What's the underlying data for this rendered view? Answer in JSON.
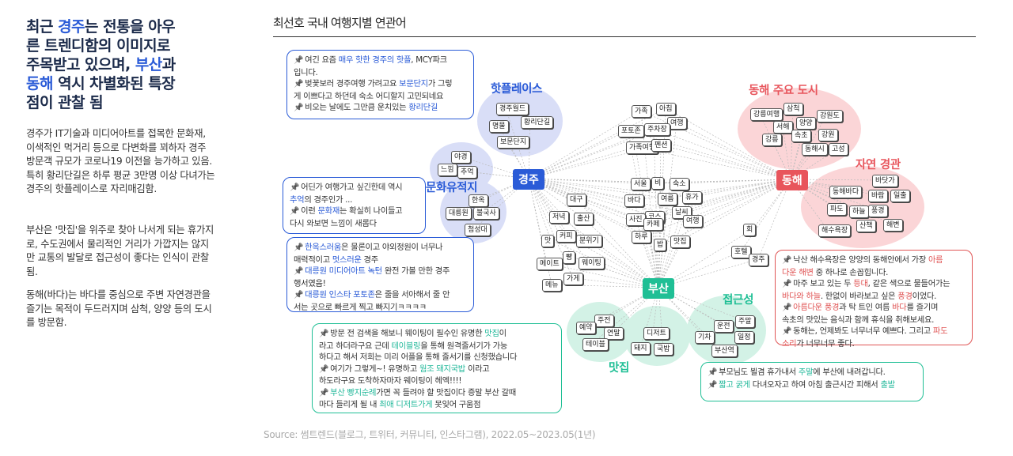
{
  "headline": {
    "l1a": "최근 ",
    "l1b": "경주",
    "l1c": "는 전통을 아우",
    "l2": "른 트렌디함의 이미지로",
    "l3a": "주목받고 있으며, ",
    "l3b": "부산",
    "l3c": "과",
    "l4a": "동해",
    "l4b": " 역시 차별화된 특장",
    "l5": "점이 관찰 됨"
  },
  "paragraphs": [
    "경주가 IT기술과 미디어아트를 접목한 문화재, 이색적인 먹거리 등으로 다변화를 꾀하자 경주 방문객 규모가 코로나19 이전을 능가하고 있음. 특히 황리단길은 하루 평균 3만명 이상 다녀가는 경주의 핫플레이스로 자리매김함.",
    "부산은 '맛집'을 위주로 찾아 나서게 되는 휴가지로, 수도권에서 물리적인 거리가 가깝지는 않지만 교통의 발달로 접근성이 좋다는 인식이 관찰 됨.",
    "동해(바다)는 바다를 중심으로 주변 자연경관을 즐기는 목적이 두드러지며 삼척, 양양 등의 도시를 방문함."
  ],
  "chart_title": "최선호 국내 여행지별 연관어",
  "source": "Source: 썸트렌드(블로그, 트위터, 커뮤니티, 인스타그램), 2022.05~2023.05(1년)",
  "colors": {
    "blue": "#2a5bd7",
    "red": "#e8555c",
    "green": "#1fbf95",
    "blue_soft": "#d9def7",
    "red_soft": "#fbd5d7",
    "green_soft": "#d3f2e6",
    "navy": "#1b2a4a"
  },
  "hubs": {
    "gyeongju": "경주",
    "busan": "부산",
    "donghae": "동해"
  },
  "clusters": {
    "hotplace": "핫플레이스",
    "heritage": "문화유적지",
    "donghae_city": "동해 주요 도시",
    "nature": "자연 경관",
    "access": "접근성",
    "food": "맛집"
  },
  "keywords": {
    "hotplace": [
      "경주월드",
      "황리단길",
      "명물",
      "보문단지"
    ],
    "heritage": [
      "야경",
      "느낌",
      "추억",
      "한옥",
      "대릉원",
      "불국사",
      "첨성대"
    ],
    "donghae_city": [
      "삼척",
      "강릉여행",
      "양양",
      "강원도",
      "서해",
      "속초",
      "강릉",
      "강원",
      "동해시",
      "고성"
    ],
    "nature": [
      "바닷가",
      "동해바다",
      "바람",
      "일출",
      "파도",
      "하늘",
      "풍경",
      "해수욕장",
      "산책",
      "해변"
    ],
    "access": [
      "운전",
      "주말",
      "기차",
      "일정",
      "부산역"
    ],
    "food": [
      "주전",
      "예약",
      "연말",
      "디저트",
      "테이블",
      "돼지",
      "국밥"
    ],
    "center_top": [
      "가족",
      "아침",
      "여행",
      "포토존",
      "주차장",
      "가족여행",
      "펜션"
    ],
    "center": [
      "서울",
      "비",
      "숙소",
      "휴가",
      "바다",
      "여름",
      "코스",
      "날씨",
      "사진",
      "카페",
      "여행",
      "하루",
      "밥",
      "맛집"
    ],
    "gyeongju_side": [
      "대구",
      "저녁",
      "출산",
      "커피",
      "분위기",
      "맛",
      "빵",
      "웨이팅",
      "메이트",
      "메뉴",
      "가게"
    ],
    "donghae_side": [
      "회",
      "호텔",
      "경주"
    ]
  },
  "quotes": {
    "gyeongju_top": [
      [
        {
          "t": "여긴 요즘 "
        },
        {
          "t": "매우 핫한 경주의 핫플",
          "c": "blue"
        },
        {
          "t": ", MCY파크"
        }
      ],
      [
        {
          "t": "입니다."
        }
      ],
      [
        {
          "t": "벚꽃보러 경주여행 가려고요 "
        },
        {
          "t": "보문단지",
          "c": "blue"
        },
        {
          "t": "가 그렇"
        }
      ],
      [
        {
          "t": "게 이쁘다고 하던데 숙소 어디할지 고민되네요"
        }
      ],
      [
        {
          "t": "비오는 날에도 그만큼 운치있는 "
        },
        {
          "t": "황리단길",
          "c": "blue"
        }
      ]
    ],
    "gyeongju_mid": [
      [
        {
          "t": "어딘가 여행가고 싶긴한데 역시"
        }
      ],
      [
        {
          "t": "추억",
          "c": "blue"
        },
        {
          "t": "의 경주인가 ..."
        }
      ],
      [
        {
          "t": "이런 "
        },
        {
          "t": "문화재",
          "c": "blue"
        },
        {
          "t": "는 확실히 나이들고"
        }
      ],
      [
        {
          "t": "다시 와보면 느낌이 새롭다"
        }
      ]
    ],
    "gyeongju_bot": [
      [
        {
          "t": "한옥스러움",
          "c": "blue"
        },
        {
          "t": "은 물론이고 야외정원이 너무나"
        }
      ],
      [
        {
          "t": "매력적이고 "
        },
        {
          "t": "멋스러운",
          "c": "blue"
        },
        {
          "t": " 경주"
        }
      ],
      [
        {
          "t": "대릉원 미디어아트 녹턴",
          "c": "blue"
        },
        {
          "t": " 완전 가볼 만한 경주"
        }
      ],
      [
        {
          "t": "행서였음!"
        }
      ],
      [
        {
          "t": "대릉원 인스타 포토존",
          "c": "blue"
        },
        {
          "t": "은 줄을 서아해서 줄 안"
        }
      ],
      [
        {
          "t": "서는 곳으로 빠르게 찍고 빠지기ㅋㅋㅋㅋ"
        }
      ]
    ],
    "donghae": [
      [
        {
          "t": "낙산 해수욕장은 양양의 동해안에서 가장 "
        },
        {
          "t": "아름",
          "c": "red"
        }
      ],
      [
        {
          "t": "다운 해변",
          "c": "red"
        },
        {
          "t": " 중 하나로 손꼽힙니다."
        }
      ],
      [
        {
          "t": "마주 보고 있는 두 "
        },
        {
          "t": "등대",
          "c": "red"
        },
        {
          "t": ", 같은 색으로 물들어가는"
        }
      ],
      [
        {
          "t": "바다와 하늘",
          "c": "red"
        },
        {
          "t": ". 한없이 바라보고 싶은 "
        },
        {
          "t": "풍경",
          "c": "red"
        },
        {
          "t": "이었다."
        }
      ],
      [
        {
          "t": "아름다운 풍경",
          "c": "red"
        },
        {
          "t": "과 탁 트인 여름 "
        },
        {
          "t": "바다",
          "c": "red"
        },
        {
          "t": "를 즐기며"
        }
      ],
      [
        {
          "t": "속초의 맛있는 음식과 함께 휴식을 취해보세요."
        }
      ],
      [
        {
          "t": "동해는, 언제봐도 너무너무 예쁘다. 그리고 "
        },
        {
          "t": "파도",
          "c": "red"
        }
      ],
      [
        {
          "t": "소리",
          "c": "red"
        },
        {
          "t": "가 너무너무 좋다."
        }
      ]
    ],
    "busan_food": [
      [
        {
          "t": "방문 전 검색을 해보니 웨이팅이 필수인 유명한 "
        },
        {
          "t": "맛집",
          "c": "green"
        },
        {
          "t": "이"
        }
      ],
      [
        {
          "t": "라고 하더라구요 근데 "
        },
        {
          "t": "테이블링",
          "c": "green"
        },
        {
          "t": "을 통해 원격줄서기가 가능"
        }
      ],
      [
        {
          "t": "하다고 해서 저희는 미리 어플을 통해 줄서기를 신청했습니다"
        }
      ],
      [
        {
          "t": "여기가 그렇게~! 유명하고 "
        },
        {
          "t": "웜조 돼지국밥",
          "c": "green"
        },
        {
          "t": " 이라고"
        }
      ],
      [
        {
          "t": "하도라구요 도착하자마자 웨이팅이 헤엑!!!!"
        }
      ],
      [
        {
          "t": "부산 빵지순례",
          "c": "green"
        },
        {
          "t": "가면 꼭 들려야 할 맛집이다 증말 부산 갈때"
        }
      ],
      [
        {
          "t": "마다 들리게 될 내 "
        },
        {
          "t": "최애 디저트가게",
          "c": "green"
        },
        {
          "t": " 못잊어 구움점"
        }
      ]
    ],
    "busan_access": [
      [
        {
          "t": "부모님도 뵐겸 휴가내서 "
        },
        {
          "t": "주말",
          "c": "green"
        },
        {
          "t": "에 부산에 내려갑니다."
        }
      ],
      [
        {
          "t": "짧고 굵게",
          "c": "green"
        },
        {
          "t": " 다녀오자고 하여 아침 출근시간 피해서 "
        },
        {
          "t": "출발",
          "c": "green"
        }
      ]
    ]
  }
}
